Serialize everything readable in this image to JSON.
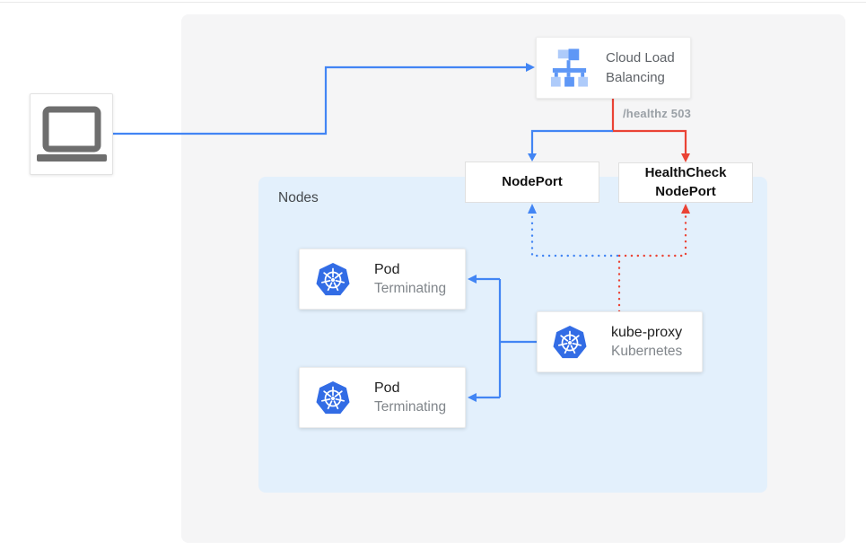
{
  "colors": {
    "blue": "#4285f4",
    "red": "#ea4335",
    "nodes_bg": "#e3f0fc",
    "panel_bg": "#f5f5f6",
    "k8s_blue": "#326ce5",
    "lb_blue_medium": "#5e97f6",
    "lb_blue_light": "#aecbfa",
    "icon_gray": "#6e6e6e",
    "title_text": "#212121",
    "subtitle_text": "#81868b",
    "clb_text": "#5f6368",
    "healthz_text": "#9aa0a6",
    "nodes_text": "#45494d",
    "port_text": "#111111"
  },
  "nodes": {
    "client": {
      "icon": "laptop-icon"
    },
    "cloud_load_balancing": {
      "icon": "load-balancer-icon",
      "label": "Cloud Load Balancing"
    },
    "nodeport": {
      "label": "NodePort"
    },
    "healthcheck_nodeport": {
      "label": "HealthCheck NodePort"
    },
    "nodes_container": {
      "label": "Nodes"
    },
    "pod1": {
      "icon": "kubernetes-icon",
      "title": "Pod",
      "subtitle": "Terminating"
    },
    "pod2": {
      "icon": "kubernetes-icon",
      "title": "Pod",
      "subtitle": "Terminating"
    },
    "kube_proxy": {
      "icon": "kubernetes-icon",
      "title": "kube-proxy",
      "subtitle": "Kubernetes"
    }
  },
  "edges": {
    "healthz_label": "/healthz 503"
  }
}
